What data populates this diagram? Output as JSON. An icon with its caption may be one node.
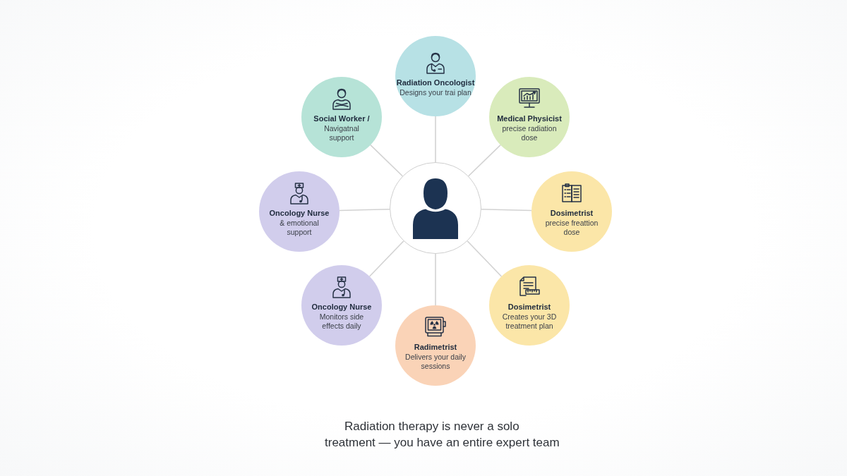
{
  "diagram": {
    "caption": "Radiation therapy is never a solo treatment — you have an entire expert team",
    "nodes": [
      {
        "text": [],
        "shape": "circle"
      },
      {
        "text": [
          "Radiation Oncologist",
          "Designs your trai plan"
        ]
      },
      {
        "text": [
          "Medical Physicist",
          "precise radiation dose"
        ]
      },
      {
        "text": [
          "Dosimetrist",
          "precise freattion dose"
        ]
      },
      {
        "text": [
          "Dosimetrist",
          "Creates your 3D treatment plan"
        ]
      },
      {
        "text": [
          "Radimetrist",
          "Delivers your daily sessions"
        ]
      },
      {
        "text": [
          "Oncology Nurse",
          "Monitors side effects daily"
        ]
      },
      {
        "text": [
          "Oncology Nurse",
          "& emotional support"
        ]
      },
      {
        "text": [
          "Social Worker /",
          "Navigatnal support"
        ]
      }
    ],
    "edges": [
      {
        "from": 0,
        "to": 1,
        "arrow": "none"
      },
      {
        "from": 0,
        "to": 2,
        "arrow": "none"
      },
      {
        "from": 0,
        "to": 3,
        "arrow": "none"
      },
      {
        "from": 0,
        "to": 4,
        "arrow": "none"
      },
      {
        "from": 0,
        "to": 5,
        "arrow": "none"
      },
      {
        "from": 0,
        "to": 6,
        "arrow": "none"
      },
      {
        "from": 0,
        "to": 7,
        "arrow": "none"
      },
      {
        "from": 0,
        "to": 8,
        "arrow": "none"
      }
    ]
  }
}
